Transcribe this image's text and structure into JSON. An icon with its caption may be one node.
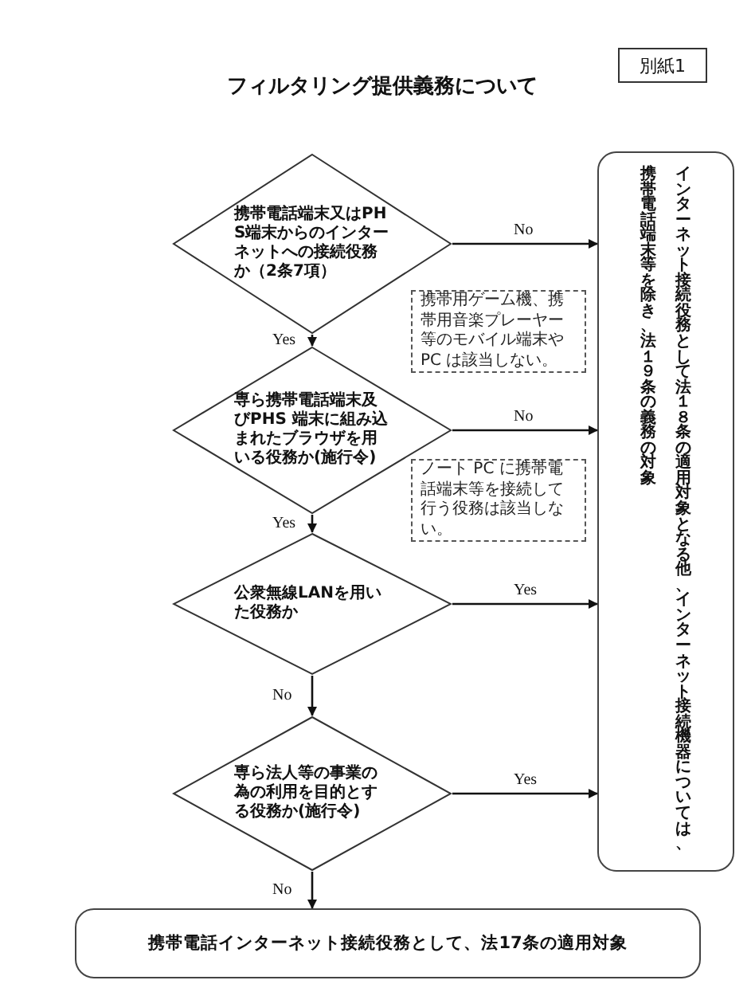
{
  "diagram": {
    "title": "フィルタリング提供義務について",
    "nodes": [
      {
        "text": [
          "携帯電話端末又はPHS端末からのインターネットへの接続役務か（2条7項）"
        ]
      },
      {
        "text": [
          "携帯用ゲーム機、携帯用音楽プレーヤー等のモバイル端末や PC は該当しない。"
        ]
      },
      {
        "text": [
          "専ら携帯電話端末及びPHS 端末に組み込まれたブラウザを用いる役務か(施行令)"
        ]
      },
      {
        "text": [
          "ノート PC に携帯電話端末等を接続して行う役務は該当しない。"
        ]
      },
      {
        "text": [
          "公衆無線LANを用いた役務か"
        ]
      },
      {
        "text": [
          "専ら法人等の事業の為の利用を目的とする役務か(施行令)"
        ]
      },
      {
        "text": [
          "インターネット接続役務として法１８条の適用対象となる他、インターネット接続機器については、携帯電話端末等を除き、法１９条の義務の対象"
        ]
      },
      {
        "text": [
          "携帯電話インターネット接続役務として、法17条の適用対象"
        ]
      }
    ],
    "edges": [
      {
        "from": 0,
        "to": 6,
        "arrow": "to",
        "label": "No"
      },
      {
        "from": 0,
        "to": 2,
        "arrow": "to",
        "label": "Yes"
      },
      {
        "from": 2,
        "to": 6,
        "arrow": "to",
        "label": "No"
      },
      {
        "from": 2,
        "to": 4,
        "arrow": "to",
        "label": "Yes"
      },
      {
        "from": 4,
        "to": 6,
        "arrow": "to",
        "label": "Yes"
      },
      {
        "from": 4,
        "to": 5,
        "arrow": "to",
        "label": "No"
      },
      {
        "from": 5,
        "to": 6,
        "arrow": "to",
        "label": "Yes"
      },
      {
        "from": 5,
        "to": 7,
        "arrow": "to",
        "label": "No"
      }
    ],
    "labels": [
      "別紙1"
    ]
  }
}
